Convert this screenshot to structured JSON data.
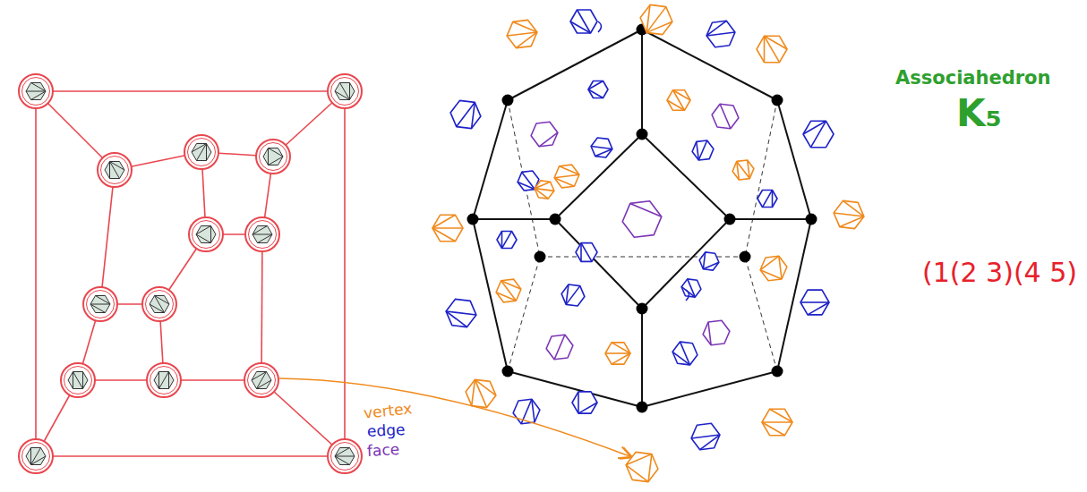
{
  "diagram": {
    "labels": [
      "vertex",
      "edge",
      "face",
      "Associahedron",
      "K₅",
      "(1(2 3)(4 5)"
    ]
  }
}
